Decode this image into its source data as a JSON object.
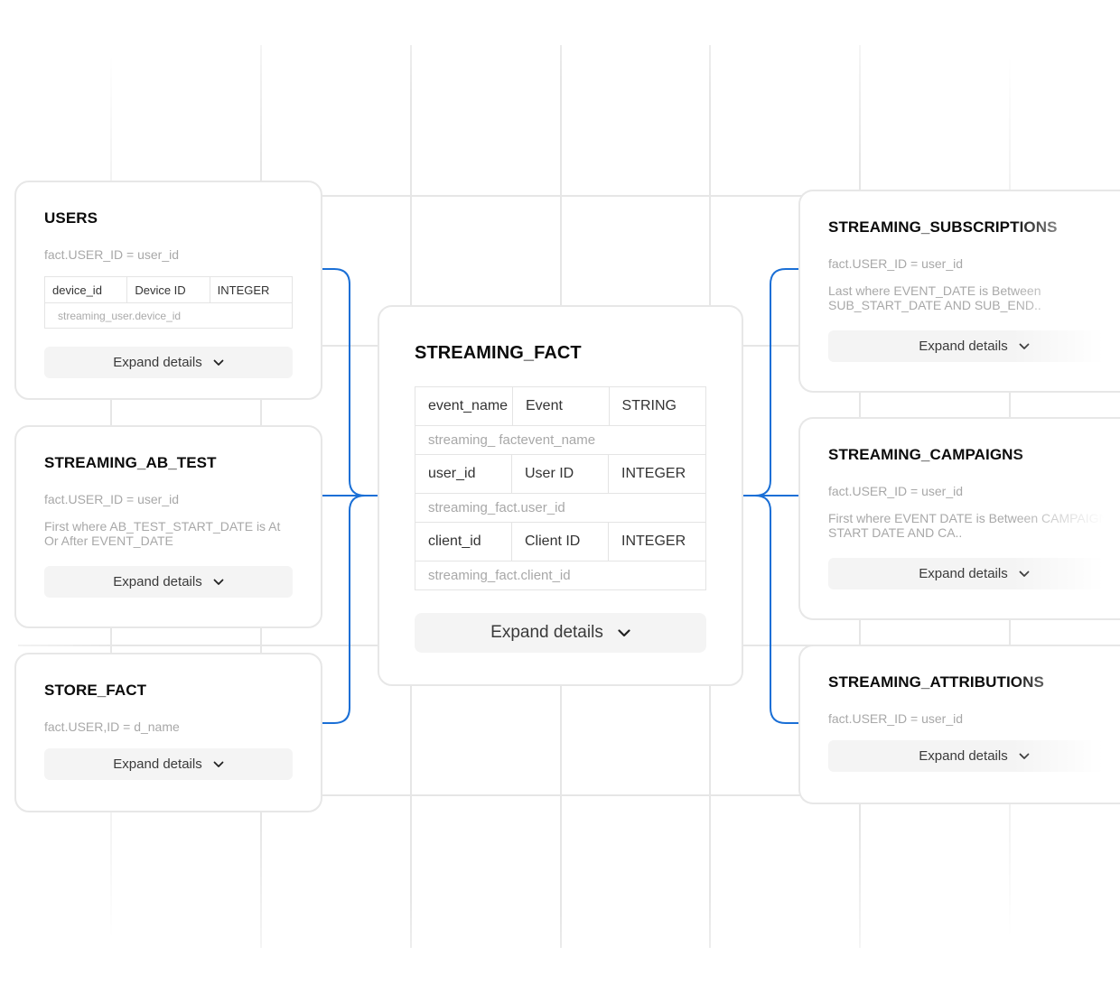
{
  "main": {
    "title": "STREAMING_FACT",
    "rows": [
      {
        "field": "event_name",
        "label": "Event",
        "type": "STRING",
        "source": "streaming_ factevent_name"
      },
      {
        "field": "user_id",
        "label": "User ID",
        "type": "INTEGER",
        "source": "streaming_fact.user_id"
      },
      {
        "field": "client_id",
        "label": "Client ID",
        "type": "INTEGER",
        "source": "streaming_fact.client_id"
      }
    ],
    "expand_label": "Expand details"
  },
  "left": {
    "users": {
      "title": "USERS",
      "join": "fact.USER_ID = user_id",
      "row": {
        "field": "device_id",
        "label": "Device ID",
        "type": "INTEGER",
        "source": "streaming_user.device_id"
      },
      "expand_label": "Expand details"
    },
    "ab_test": {
      "title": "STREAMING_AB_TEST",
      "join": "fact.USER_ID = user_id",
      "note": "First where AB_TEST_START_DATE is At Or After EVENT_DATE",
      "expand_label": "Expand details"
    },
    "store_fact": {
      "title": "STORE_FACT",
      "join": "fact.USER,ID = d_name",
      "expand_label": "Expand details"
    }
  },
  "right": {
    "subscriptions": {
      "title": "STREAMING_SUBSCRIPTIONS",
      "join": "fact.USER_ID = user_id",
      "note": "Last where EVENT_DATE is Between SUB_START_DATE AND SUB_END..",
      "expand_label": "Expand details"
    },
    "campaigns": {
      "title": "STREAMING_CAMPAIGNS",
      "join": "fact.USER_ID = user_id",
      "note": "First where EVENT DATE is Between CAMPAIGN START DATE AND CA..",
      "expand_label": "Expand details"
    },
    "attributions": {
      "title": "STREAMING_ATTRIBUTIONS",
      "join": "fact.USER_ID = user_id",
      "expand_label": "Expand details"
    }
  },
  "colors": {
    "connector": "#1a6fd6",
    "grid": "#e6e6e6",
    "card_border": "#e7e7e7",
    "muted_text": "#a8a8a8"
  }
}
